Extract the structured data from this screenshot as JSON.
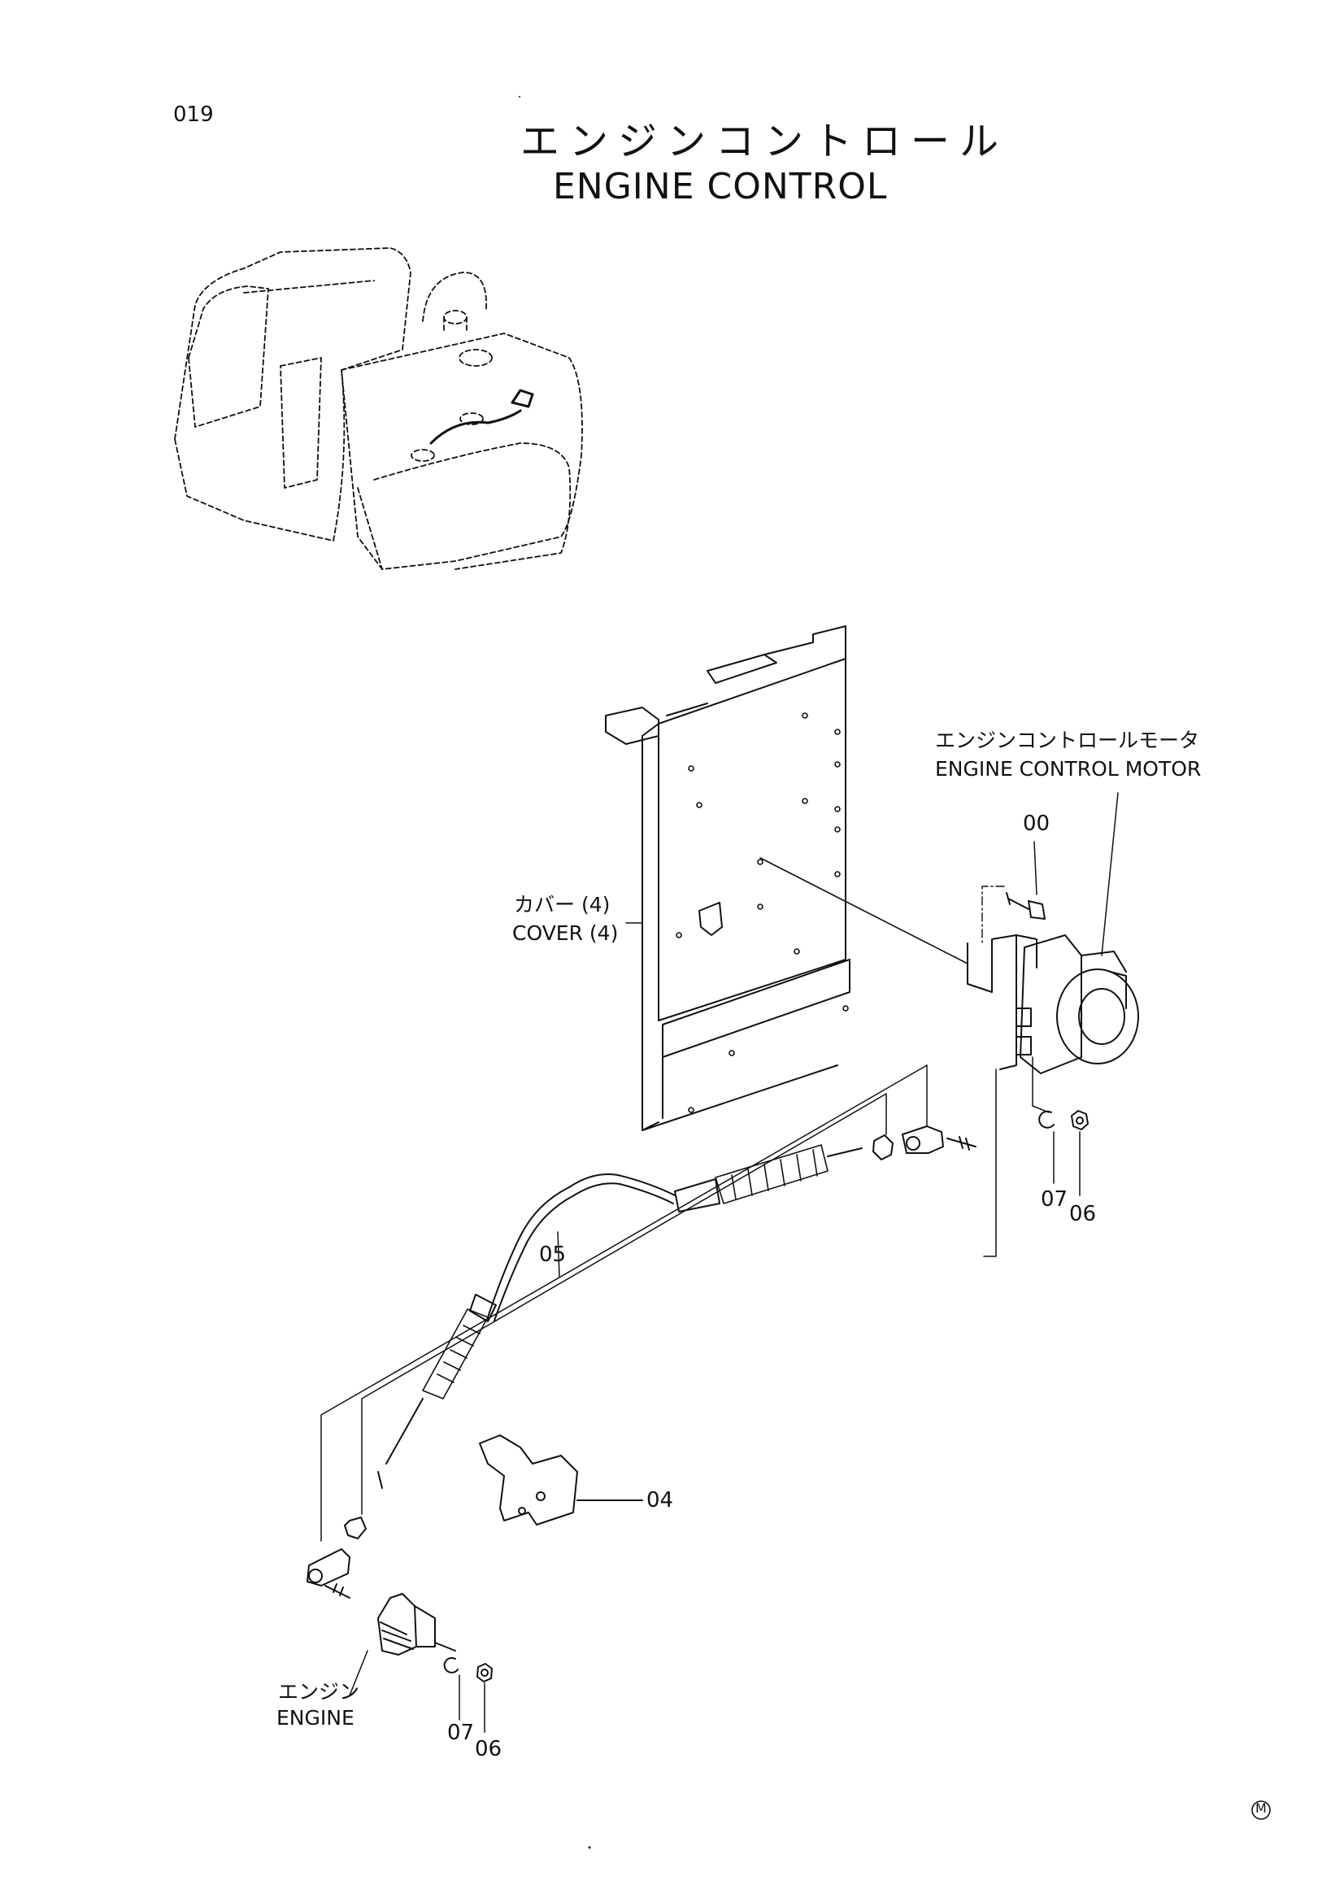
{
  "page_number": "019",
  "title_jp": "エンジンコントロール",
  "title_en": "ENGINE CONTROL",
  "callouts": {
    "motor_jp": "エンジンコントロールモータ",
    "motor_en": "ENGINE CONTROL MOTOR",
    "cover_jp": "カバー (4)",
    "cover_en": "COVER (4)",
    "engine_jp": "エンジン",
    "engine_en": "ENGINE"
  },
  "parts": {
    "p00": "00",
    "p04": "04",
    "p05": "05",
    "p06_upper": "06",
    "p07_upper": "07",
    "p06_lower": "06",
    "p07_lower": "07"
  },
  "mark": "M"
}
